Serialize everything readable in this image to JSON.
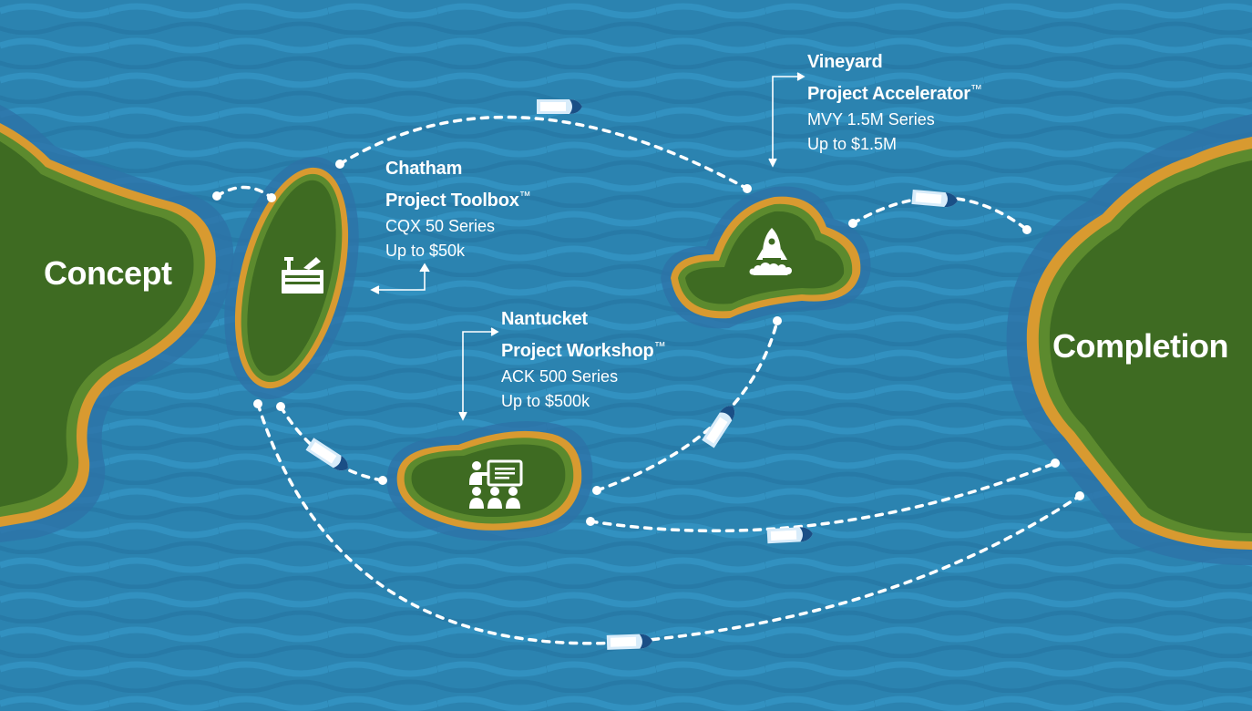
{
  "colors": {
    "ocean": "#2b83b0",
    "wave": "#2f8bb9",
    "shallow": "#2d73a8",
    "sand": "#d89a30",
    "grass_edge": "#5c8a2e",
    "land": "#3e6b22",
    "route": "#ffffff",
    "boat": "#d8ecfa",
    "boat_accent": "#1a4f86"
  },
  "landmarks": {
    "start": "Concept",
    "finish": "Completion"
  },
  "islands": [
    {
      "id": "chatham",
      "line1": "Chatham",
      "line2": "Project Toolbox",
      "trademark": "™",
      "series": "CQX 50 Series",
      "limit": "Up to $50k",
      "icon": "toolbox-icon"
    },
    {
      "id": "nantucket",
      "line1": "Nantucket",
      "line2": "Project Workshop",
      "trademark": "™",
      "series": "ACK 500 Series",
      "limit": "Up to $500k",
      "icon": "workshop-icon"
    },
    {
      "id": "vineyard",
      "line1": "Vineyard",
      "line2": "Project Accelerator",
      "trademark": "™",
      "series": "MVY 1.5M Series",
      "limit": "Up to $1.5M",
      "icon": "rocket-icon"
    }
  ]
}
